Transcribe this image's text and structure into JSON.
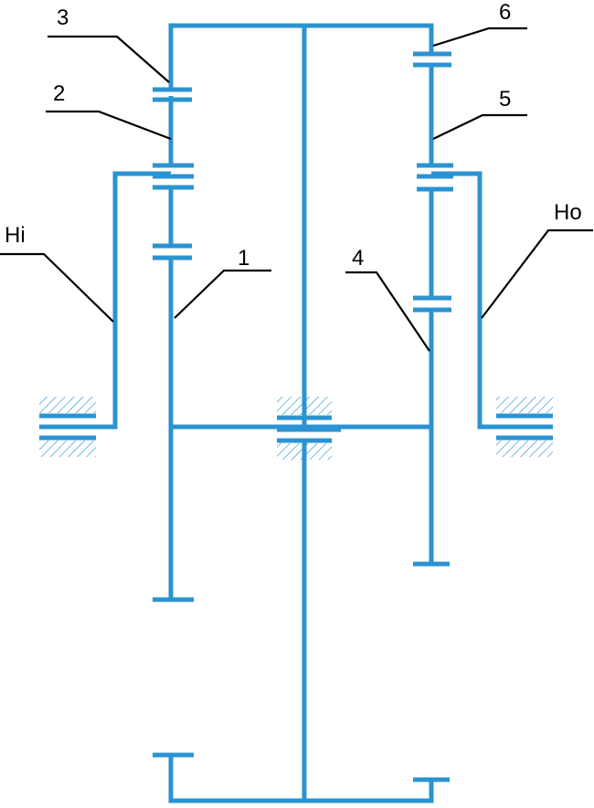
{
  "colors": {
    "line": "#2b93d1",
    "label": "#000000"
  },
  "labels": {
    "member_1": "1",
    "member_2": "2",
    "member_3": "3",
    "member_4": "4",
    "member_5": "5",
    "member_6": "6",
    "carrier_in": "Hi",
    "carrier_out": "Ho"
  }
}
